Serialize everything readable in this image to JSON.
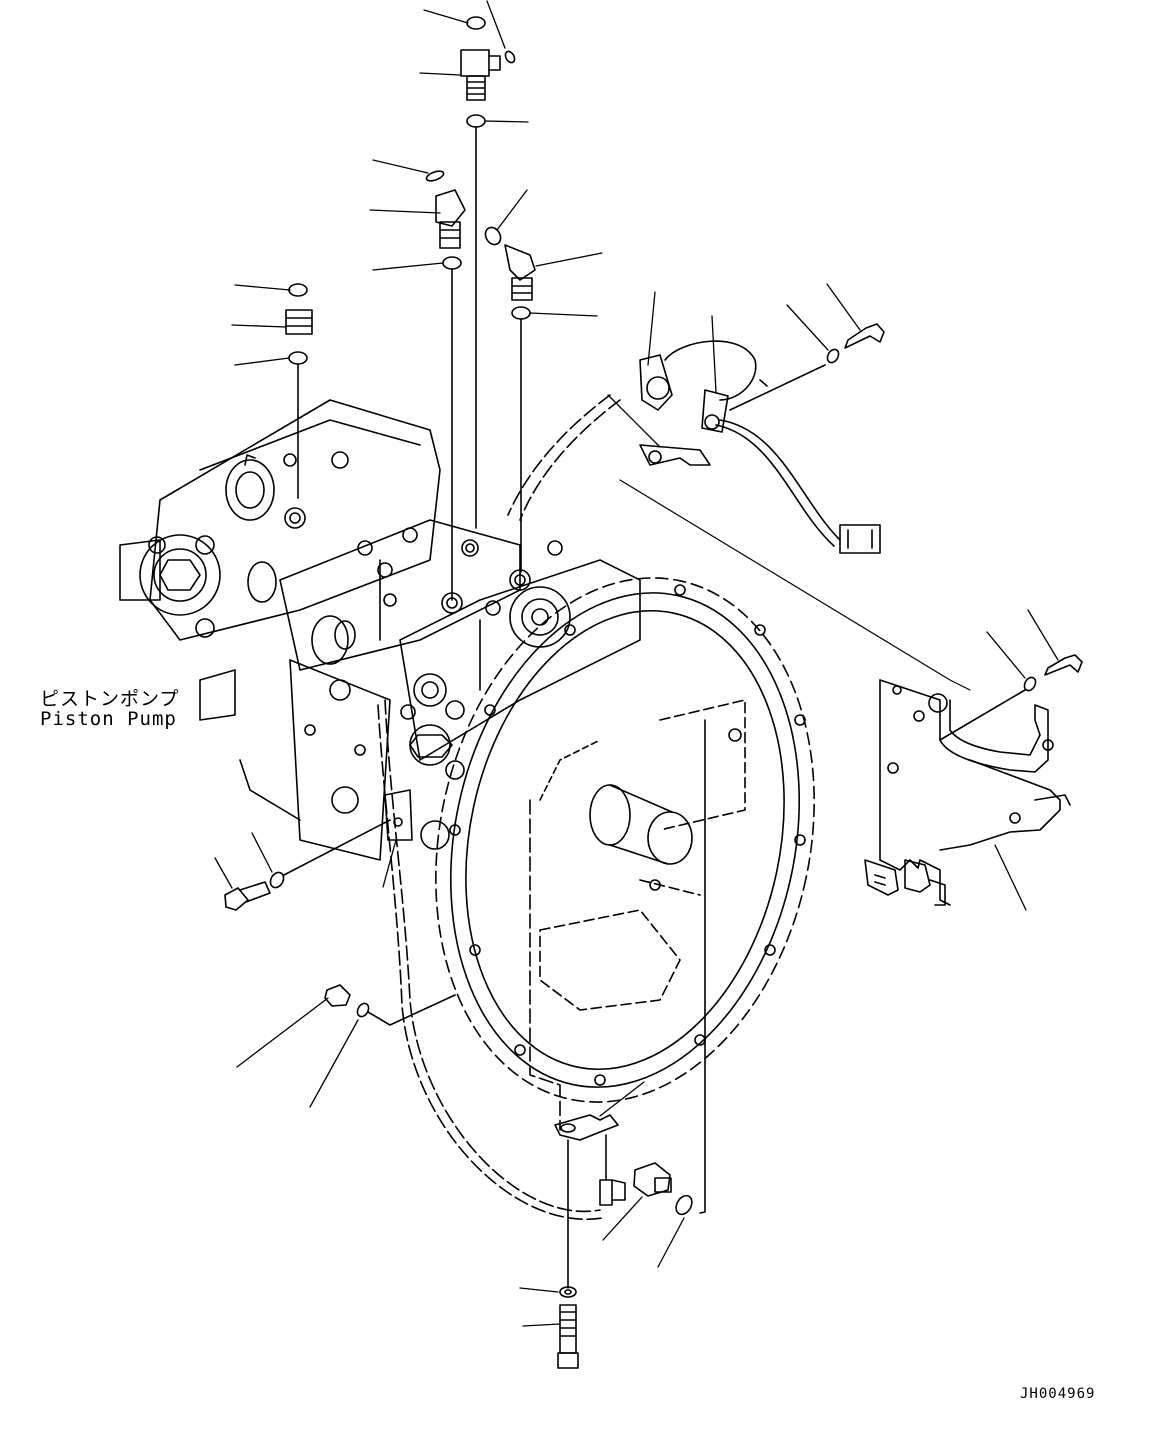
{
  "diagram": {
    "label_jp": "ピストンポンプ",
    "label_en": "Piston Pump",
    "drawing_code": "JH004969",
    "colors": {
      "ink": "#000000",
      "paper": "#ffffff"
    }
  }
}
